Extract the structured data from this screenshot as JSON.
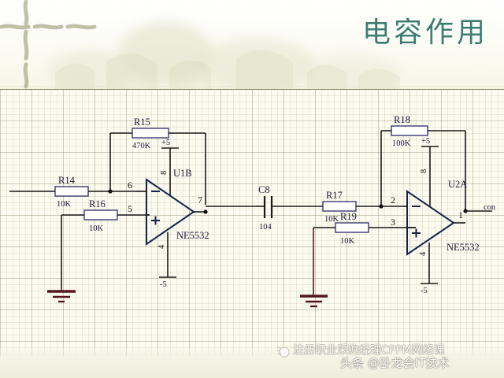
{
  "slide": {
    "title": "电容作用",
    "title_color": "#3d7d70",
    "background_color": "#fdfdf8",
    "sheet_color": "#fcfbef"
  },
  "schematic": {
    "ic_type": "NE5532",
    "stage_left": {
      "opamp_ref": "U1B",
      "opamp_part": "NE5532",
      "pins": {
        "inverting": "6",
        "noninverting": "5",
        "output": "7",
        "vpos": "8",
        "vneg": "4"
      },
      "rails": {
        "positive": "+5",
        "negative": "-5"
      },
      "resistors": [
        {
          "ref": "R14",
          "value": "10K"
        },
        {
          "ref": "R15",
          "value": "470K"
        },
        {
          "ref": "R16",
          "value": "10K"
        }
      ]
    },
    "coupling": {
      "ref": "C8",
      "value": "104"
    },
    "stage_right": {
      "opamp_ref": "U2A",
      "opamp_part": "NE5532",
      "pins": {
        "inverting": "2",
        "noninverting": "3",
        "output": "1",
        "vpos": "8",
        "vneg": "4"
      },
      "rails": {
        "positive": "+5",
        "negative": "-5"
      },
      "resistors": [
        {
          "ref": "R17",
          "value": "10K"
        },
        {
          "ref": "R18",
          "value": "100K"
        },
        {
          "ref": "R19",
          "value": "10K"
        }
      ],
      "output_net": "con"
    }
  },
  "watermarks": {
    "primary": "注册职业采购经理CPPM网络课",
    "secondary": "头条 @卧龙会IT技术"
  }
}
